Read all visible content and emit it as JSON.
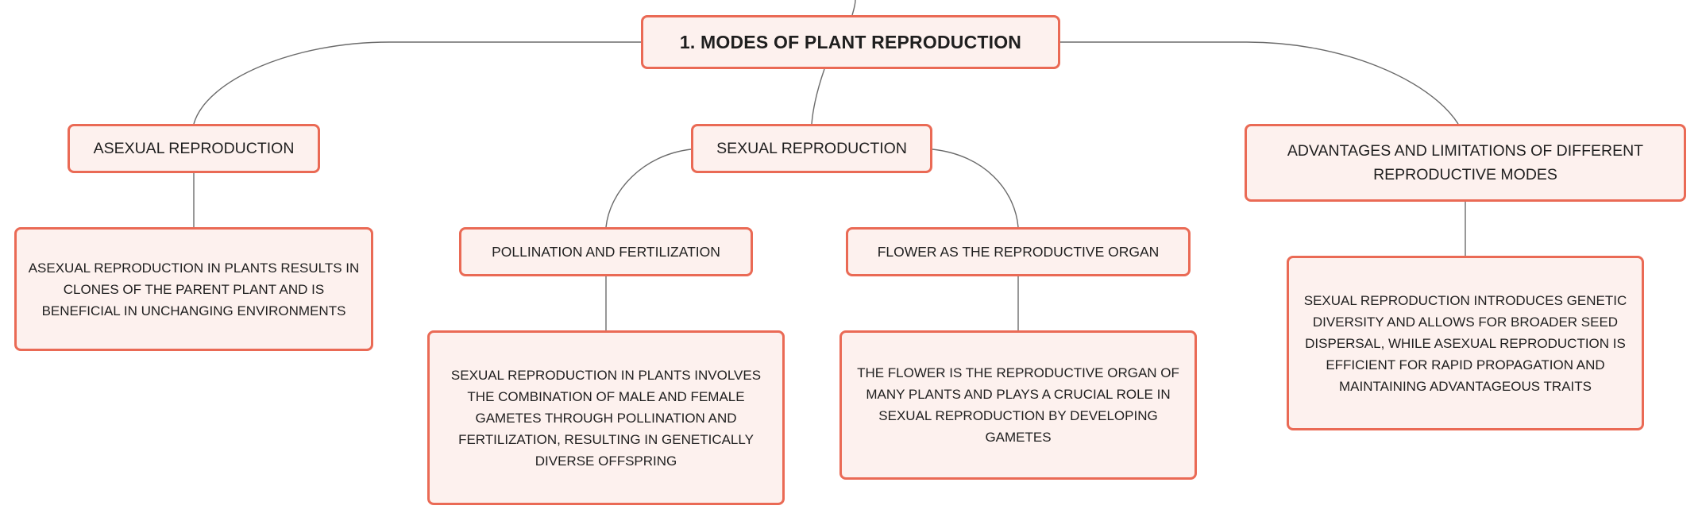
{
  "mindmap": {
    "root": {
      "label": "1. MODES OF PLANT REPRODUCTION"
    },
    "asexual": {
      "label": "ASEXUAL REPRODUCTION",
      "description": "ASEXUAL REPRODUCTION IN PLANTS RESULTS IN CLONES OF THE PARENT PLANT AND IS BENEFICIAL IN UNCHANGING ENVIRONMENTS"
    },
    "sexual": {
      "label": "SEXUAL REPRODUCTION",
      "pollination": {
        "label": "POLLINATION AND FERTILIZATION",
        "description": "SEXUAL REPRODUCTION IN PLANTS INVOLVES THE COMBINATION OF MALE AND FEMALE GAMETES THROUGH POLLINATION AND FERTILIZATION, RESULTING IN GENETICALLY DIVERSE OFFSPRING"
      },
      "flower": {
        "label": "FLOWER AS THE REPRODUCTIVE ORGAN",
        "description": "THE FLOWER IS THE REPRODUCTIVE ORGAN OF MANY PLANTS AND PLAYS A CRUCIAL ROLE IN SEXUAL REPRODUCTION BY DEVELOPING GAMETES"
      }
    },
    "advantages": {
      "label": "ADVANTAGES AND LIMITATIONS OF DIFFERENT REPRODUCTIVE MODES",
      "description": "SEXUAL REPRODUCTION INTRODUCES GENETIC DIVERSITY AND ALLOWS FOR BROADER SEED DISPERSAL, WHILE ASEXUAL REPRODUCTION IS EFFICIENT FOR RAPID PROPAGATION AND MAINTAINING ADVANTAGEOUS TRAITS"
    }
  },
  "colors": {
    "node_border": "#ea6a55",
    "node_fill": "#fdf1ee",
    "connector": "#6b6b6b"
  }
}
